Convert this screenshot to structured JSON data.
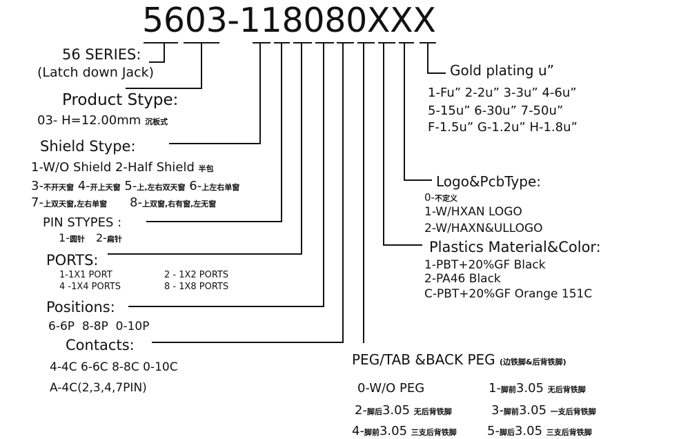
{
  "part_number": "5603-118080XXX",
  "series": {
    "title": "56 SERIES:",
    "subtitle": "(Latch down Jack)"
  },
  "product": {
    "title": "Product Stype:",
    "value": "03- H=12.00mm",
    "value_cn": "沉板式"
  },
  "shield": {
    "title": "Shield Stype:",
    "row1": "1-W/O Shield 2-Half Shield",
    "row1_cn": "半包",
    "opt3": "3-",
    "opt3_cn": "不开天窗",
    "opt4": "4-",
    "opt4_cn": "开上天窗",
    "opt5": "5-",
    "opt5_cn": "上,左右双天窗",
    "opt6": "6-",
    "opt6_cn": "上左右单窗",
    "opt7": "7-",
    "opt7_cn": "上双天窗,左右单窗",
    "opt8": "8-",
    "opt8_cn": "上双窗,右有窗,左无窗"
  },
  "pin": {
    "title": "PIN STYPES :",
    "opt1": "1-",
    "opt1_cn": "圆针",
    "opt2": "2-",
    "opt2_cn": "扁针"
  },
  "ports": {
    "title": "PORTS:",
    "opts": [
      "1-1X1 PORT",
      "2 - 1X2 PORTS",
      "4 -1X4 PORTS",
      "8 - 1X8 PORTS"
    ]
  },
  "positions": {
    "title": "Positions:",
    "value": "6-6P  8-8P  0-10P"
  },
  "contacts": {
    "title": "Contacts:",
    "row1": "4-4C 6-6C 8-8C 0-10C",
    "row2": "A-4C(2,3,4,7PIN)"
  },
  "gold": {
    "title": "Gold plating u”",
    "rows": [
      "1-Fu” 2-2u” 3-3u” 4-6u”",
      "5-15u” 6-30u” 7-50u”",
      "F-1.5u” G-1.2u” H-1.8u”"
    ]
  },
  "logo": {
    "title": "Logo&PcbType:",
    "opt0": "0-",
    "opt0_cn": "不定义",
    "opt1": "1-W/HXAN LOGO",
    "opt2": "2-W/HAXN&ULLOGO"
  },
  "plastics": {
    "title": "Plastics Material&Color:",
    "rows": [
      "1-PBT+20%GF Black",
      "2-PA46 Black",
      "C-PBT+20%GF Orange 151C"
    ]
  },
  "peg": {
    "title": "PEG/TAB &BACK PEG",
    "title_cn": "(边铁脚&后背铁脚)",
    "opt0": "0-W/O PEG",
    "opt1": "1-",
    "opt1_cn": "脚前",
    "opt1_val": "3.05",
    "opt1_note": "无后背铁脚",
    "opt2": "2-",
    "opt2_cn": "脚后",
    "opt2_val": "3.05",
    "opt2_note": "无后背铁脚",
    "opt3": "3-",
    "opt3_cn": "脚前",
    "opt3_val": "3.05",
    "opt3_note": "一支后背铁脚",
    "opt4": "4-",
    "opt4_cn": "脚前",
    "opt4_val": "3.05",
    "opt4_note": "三支后背铁脚",
    "opt5": "5-",
    "opt5_cn": "脚后",
    "opt5_val": "3.05",
    "opt5_note": "三支后背铁脚"
  }
}
